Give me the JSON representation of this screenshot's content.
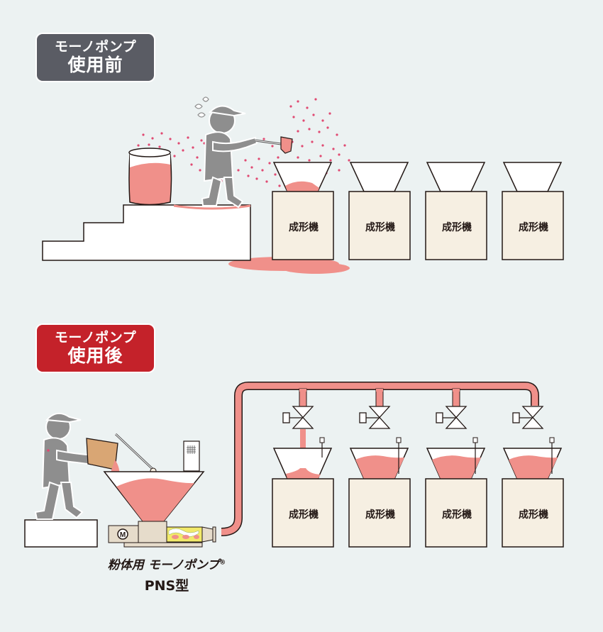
{
  "before": {
    "badge_line1": "モーノポンプ",
    "badge_line2": "使用前",
    "badge_color": "#5a5c64",
    "machines": [
      {
        "label": "成形機",
        "hopper_state": "overflowing"
      },
      {
        "label": "成形機",
        "hopper_state": "empty"
      },
      {
        "label": "成形機",
        "hopper_state": "empty"
      },
      {
        "label": "成形機",
        "hopper_state": "empty"
      }
    ]
  },
  "after": {
    "badge_line1": "モーノポンプ",
    "badge_line2": "使用後",
    "badge_color": "#c4222a",
    "machines": [
      {
        "label": "成形機",
        "hopper_state": "filling"
      },
      {
        "label": "成形機",
        "hopper_state": "full"
      },
      {
        "label": "成形機",
        "hopper_state": "full"
      },
      {
        "label": "成形機",
        "hopper_state": "full"
      }
    ],
    "pump_motor_label": "M"
  },
  "product": {
    "name": "粉体用 モーノポンプ",
    "registered_mark": "®",
    "model": "PNS型"
  },
  "colors": {
    "powder": "#f0908a",
    "dust": "#e04a72",
    "machine_fill": "#f6efe2",
    "worker": "#8e8e8e",
    "background": "#ecf2f2"
  }
}
